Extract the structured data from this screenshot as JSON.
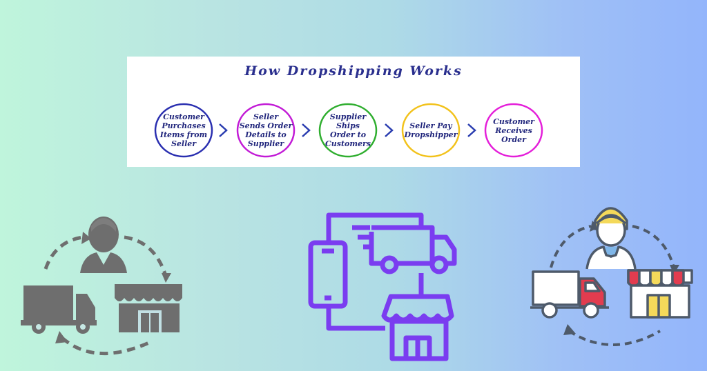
{
  "diagram": {
    "title": "How Dropshipping Works",
    "steps": [
      {
        "label": "Customer\nPurchases\nItems from\nSeller",
        "color": "#2a2fb0"
      },
      {
        "label": "Seller\nSends Order\nDetails to\nSupplier",
        "color": "#c21bd6"
      },
      {
        "label": "Supplier\nShips\nOrder to\nCustomers",
        "color": "#2fae2f"
      },
      {
        "label": "Seller Pay\nDropshipper",
        "color": "#f2c21b"
      },
      {
        "label": "Customer\nReceives\nOrder",
        "color": "#e41fd9"
      }
    ],
    "arrow_color": "#2a3db0"
  },
  "illustrations": {
    "left": {
      "style": "gray-glyph",
      "color": "#6e6e6e",
      "icons": [
        "person-icon",
        "delivery-truck-icon",
        "storefront-icon",
        "cycle-arrows"
      ]
    },
    "center": {
      "style": "purple-outline",
      "color": "#7a3df0",
      "icons": [
        "smartphone-icon",
        "fast-truck-icon",
        "storefront-icon"
      ]
    },
    "right": {
      "style": "colored-outline",
      "colors": [
        "#f4d95a",
        "#e23c4f",
        "#4e5a6a"
      ],
      "icons": [
        "person-icon",
        "delivery-truck-icon",
        "storefront-icon",
        "cycle-arrows"
      ]
    }
  }
}
